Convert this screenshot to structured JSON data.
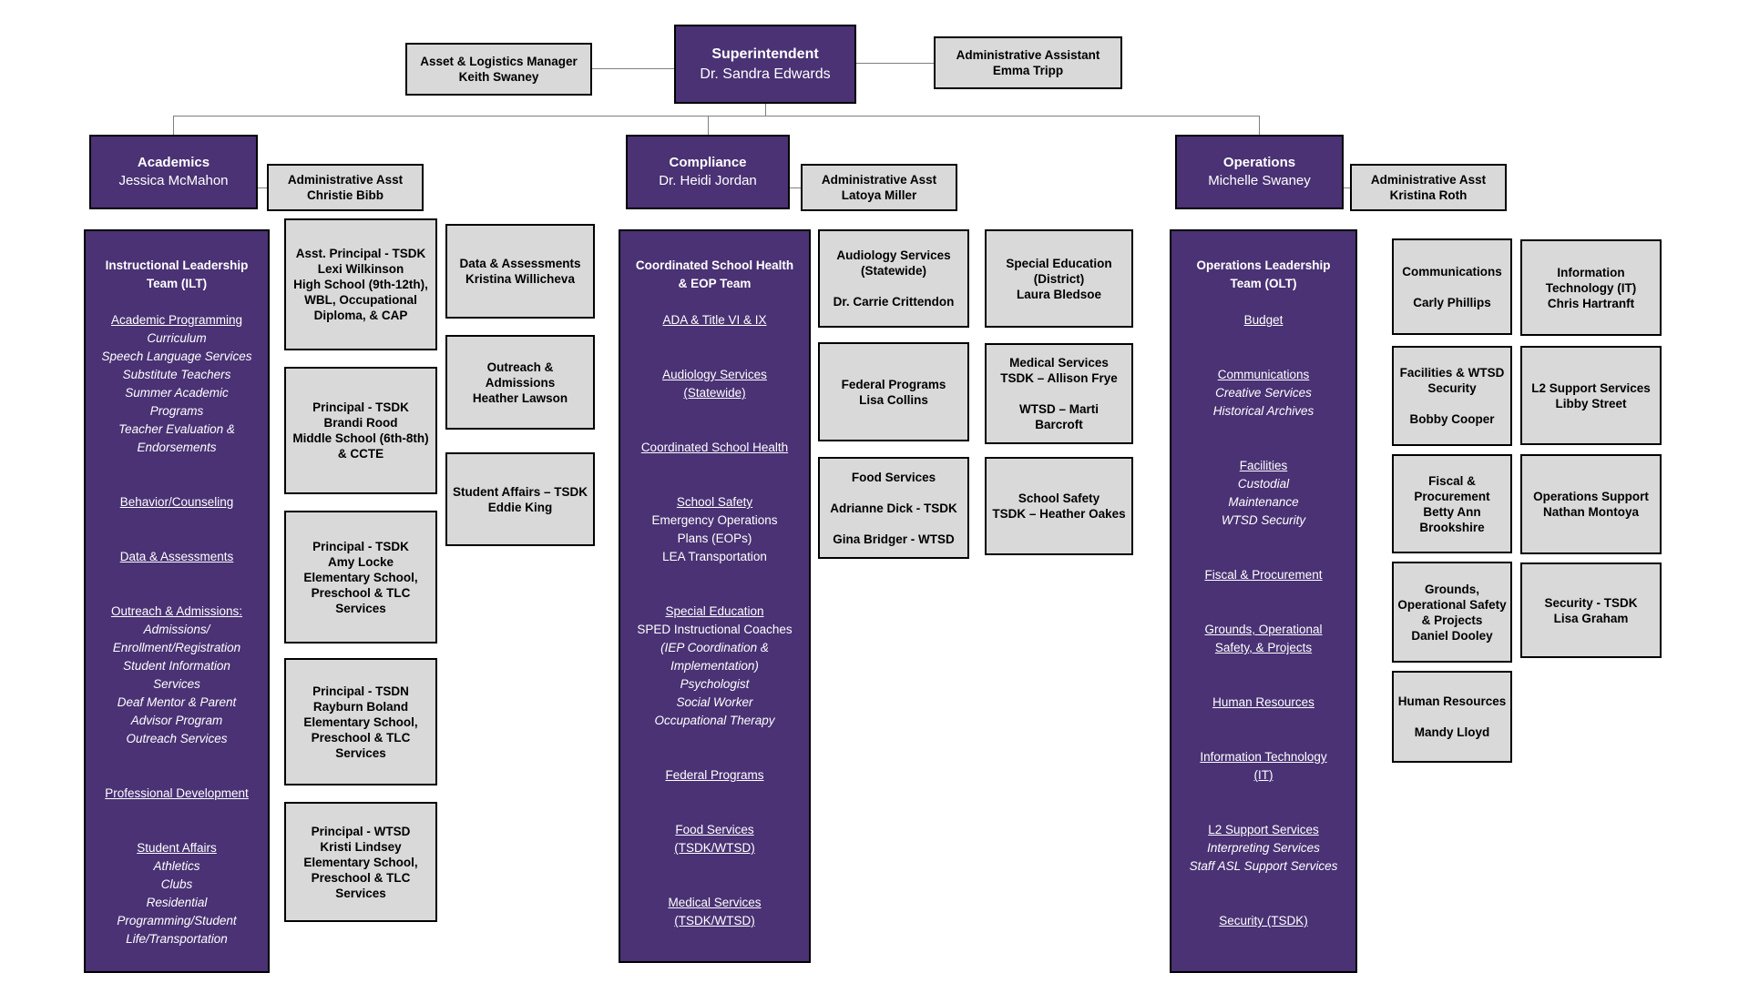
{
  "colors": {
    "purple": "#4A3274",
    "gray_fill": "#D9D9D9",
    "box_border": "#000000",
    "connector": "#7F7F7F"
  },
  "top": {
    "asset_manager": {
      "lines": [
        "Asset & Logistics Manager",
        "Keith Swaney"
      ]
    },
    "superintendent": {
      "title": "Superintendent",
      "name": "Dr. Sandra Edwards"
    },
    "admin_assistant": {
      "lines": [
        "Administrative Assistant",
        "Emma Tripp"
      ]
    }
  },
  "academics": {
    "head": {
      "title": "Academics",
      "name": "Jessica McMahon"
    },
    "admin_asst": {
      "lines": [
        "Administrative Asst",
        "Christie Bibb"
      ]
    },
    "team": {
      "items": [
        [
          "title",
          "Instructional Leadership"
        ],
        [
          "title",
          "Team (ILT)"
        ],
        [
          "gap",
          ""
        ],
        [
          "link",
          "Academic Programming"
        ],
        [
          "italic",
          "Curriculum"
        ],
        [
          "italic",
          "Speech Language Services"
        ],
        [
          "italic",
          "Substitute Teachers"
        ],
        [
          "italic",
          "Summer Academic"
        ],
        [
          "italic",
          "Programs"
        ],
        [
          "italic",
          "Teacher Evaluation &"
        ],
        [
          "italic",
          "Endorsements"
        ],
        [
          "gap",
          ""
        ],
        [
          "gap",
          ""
        ],
        [
          "link",
          "Behavior/Counseling"
        ],
        [
          "gap",
          ""
        ],
        [
          "gap",
          ""
        ],
        [
          "link",
          "Data & Assessments"
        ],
        [
          "gap",
          ""
        ],
        [
          "gap",
          ""
        ],
        [
          "link",
          "Outreach & Admissions:"
        ],
        [
          "italic",
          "Admissions/"
        ],
        [
          "italic",
          "Enrollment/Registration"
        ],
        [
          "italic",
          "Student Information"
        ],
        [
          "italic",
          "Services"
        ],
        [
          "italic",
          "Deaf Mentor & Parent"
        ],
        [
          "italic",
          "Advisor Program"
        ],
        [
          "italic",
          "Outreach Services"
        ],
        [
          "gap",
          ""
        ],
        [
          "gap",
          ""
        ],
        [
          "link",
          "Professional Development"
        ],
        [
          "gap",
          ""
        ],
        [
          "gap",
          ""
        ],
        [
          "link",
          "Student Affairs"
        ],
        [
          "italic",
          "Athletics"
        ],
        [
          "italic",
          "Clubs"
        ],
        [
          "italic",
          "Residential"
        ],
        [
          "italic",
          "Programming/Student"
        ],
        [
          "italic",
          "Life/Transportation"
        ]
      ]
    },
    "principals": [
      {
        "lines": [
          "Asst. Principal - TSDK",
          "Lexi Wilkinson",
          "High School (9th-12th),",
          "WBL, Occupational",
          "Diploma, & CAP"
        ]
      },
      {
        "lines": [
          "Principal - TSDK",
          "Brandi Rood",
          "Middle School (6th-8th)",
          "& CCTE"
        ]
      },
      {
        "lines": [
          "Principal - TSDK",
          "Amy Locke",
          "Elementary School,",
          "Preschool & TLC",
          "Services"
        ]
      },
      {
        "lines": [
          "Principal - TSDN",
          "Rayburn Boland",
          "Elementary School,",
          "Preschool & TLC",
          "Services"
        ]
      },
      {
        "lines": [
          "Principal - WTSD",
          "Kristi Lindsey",
          "Elementary School,",
          "Preschool & TLC",
          "Services"
        ]
      }
    ],
    "support": [
      {
        "lines": [
          "Data & Assessments",
          "Kristina Willicheva"
        ]
      },
      {
        "lines": [
          "Outreach &",
          "Admissions",
          "Heather Lawson"
        ]
      },
      {
        "lines": [
          "Student Affairs – TSDK",
          "Eddie King"
        ]
      }
    ]
  },
  "compliance": {
    "head": {
      "title": "Compliance",
      "name": "Dr. Heidi Jordan"
    },
    "admin_asst": {
      "lines": [
        "Administrative Asst",
        "Latoya Miller"
      ]
    },
    "team": {
      "items": [
        [
          "title",
          "Coordinated School Health"
        ],
        [
          "title",
          "& EOP Team"
        ],
        [
          "gap",
          ""
        ],
        [
          "link",
          "ADA & Title VI & IX"
        ],
        [
          "gap",
          ""
        ],
        [
          "gap",
          ""
        ],
        [
          "link",
          "Audiology Services"
        ],
        [
          "link",
          "(Statewide)"
        ],
        [
          "gap",
          ""
        ],
        [
          "gap",
          ""
        ],
        [
          "link",
          "Coordinated School Health"
        ],
        [
          "gap",
          ""
        ],
        [
          "gap",
          ""
        ],
        [
          "link",
          "School Safety"
        ],
        [
          "text",
          "Emergency Operations"
        ],
        [
          "text",
          "Plans (EOPs)"
        ],
        [
          "text",
          "LEA Transportation"
        ],
        [
          "gap",
          ""
        ],
        [
          "gap",
          ""
        ],
        [
          "link",
          "Special Education"
        ],
        [
          "text",
          "SPED Instructional Coaches"
        ],
        [
          "italic",
          "(IEP Coordination &"
        ],
        [
          "italic",
          "Implementation)"
        ],
        [
          "italic",
          "Psychologist"
        ],
        [
          "italic",
          "Social Worker"
        ],
        [
          "italic",
          "Occupational Therapy"
        ],
        [
          "gap",
          ""
        ],
        [
          "gap",
          ""
        ],
        [
          "link",
          "Federal Programs"
        ],
        [
          "gap",
          ""
        ],
        [
          "gap",
          ""
        ],
        [
          "link",
          "Food Services"
        ],
        [
          "link",
          "(TSDK/WTSD)"
        ],
        [
          "gap",
          ""
        ],
        [
          "gap",
          ""
        ],
        [
          "link",
          "Medical Services"
        ],
        [
          "link",
          "(TSDK/WTSD)"
        ]
      ]
    },
    "col1": [
      {
        "lines": [
          "Audiology Services",
          "(Statewide)",
          "",
          "Dr. Carrie Crittendon"
        ]
      },
      {
        "lines": [
          "Federal Programs",
          "Lisa Collins"
        ]
      },
      {
        "lines": [
          "Food Services",
          "",
          "Adrianne Dick - TSDK",
          "",
          "Gina Bridger - WTSD"
        ]
      }
    ],
    "col2": [
      {
        "lines": [
          "Special Education",
          "(District)",
          "Laura Bledsoe"
        ]
      },
      {
        "lines": [
          "Medical Services",
          "TSDK – Allison Frye",
          "",
          "WTSD – Marti",
          "Barcroft"
        ]
      },
      {
        "lines": [
          "School Safety",
          "TSDK – Heather Oakes"
        ]
      }
    ]
  },
  "operations": {
    "head": {
      "title": "Operations",
      "name": "Michelle Swaney"
    },
    "admin_asst": {
      "lines": [
        "Administrative Asst",
        "Kristina Roth"
      ]
    },
    "team": {
      "items": [
        [
          "title",
          "Operations Leadership"
        ],
        [
          "title",
          "Team (OLT)"
        ],
        [
          "gap",
          ""
        ],
        [
          "link",
          "Budget"
        ],
        [
          "gap",
          ""
        ],
        [
          "gap",
          ""
        ],
        [
          "link",
          "Communications"
        ],
        [
          "italic",
          "Creative Services"
        ],
        [
          "italic",
          "Historical Archives"
        ],
        [
          "gap",
          ""
        ],
        [
          "gap",
          ""
        ],
        [
          "link",
          "Facilities"
        ],
        [
          "italic",
          "Custodial"
        ],
        [
          "italic",
          "Maintenance"
        ],
        [
          "italic",
          "WTSD Security"
        ],
        [
          "gap",
          ""
        ],
        [
          "gap",
          ""
        ],
        [
          "link",
          "Fiscal & Procurement"
        ],
        [
          "gap",
          ""
        ],
        [
          "gap",
          ""
        ],
        [
          "link",
          "Grounds, Operational"
        ],
        [
          "link",
          "Safety, & Projects"
        ],
        [
          "gap",
          ""
        ],
        [
          "gap",
          ""
        ],
        [
          "link",
          "Human Resources"
        ],
        [
          "gap",
          ""
        ],
        [
          "gap",
          ""
        ],
        [
          "link",
          "Information Technology"
        ],
        [
          "link",
          "(IT)"
        ],
        [
          "gap",
          ""
        ],
        [
          "gap",
          ""
        ],
        [
          "link",
          "L2 Support Services"
        ],
        [
          "italic",
          "Interpreting Services"
        ],
        [
          "italic",
          "Staff ASL Support Services"
        ],
        [
          "gap",
          ""
        ],
        [
          "gap",
          ""
        ],
        [
          "link",
          "Security (TSDK)"
        ]
      ]
    },
    "col1": [
      {
        "lines": [
          "Communications",
          "",
          "Carly Phillips"
        ]
      },
      {
        "lines": [
          "Facilities & WTSD",
          "Security",
          "",
          "Bobby Cooper"
        ]
      },
      {
        "lines": [
          "Fiscal &",
          "Procurement",
          "Betty Ann",
          "Brookshire"
        ]
      },
      {
        "lines": [
          "Grounds,",
          "Operational Safety",
          "& Projects",
          "Daniel Dooley"
        ]
      },
      {
        "lines": [
          "Human Resources",
          "",
          "Mandy Lloyd"
        ]
      }
    ],
    "col2": [
      {
        "lines": [
          "Information",
          "Technology (IT)",
          "Chris Hartranft"
        ]
      },
      {
        "lines": [
          "L2 Support Services",
          "Libby Street"
        ]
      },
      {
        "lines": [
          "Operations Support",
          "Nathan Montoya"
        ]
      },
      {
        "lines": [
          "Security - TSDK",
          "Lisa Graham"
        ]
      }
    ]
  }
}
